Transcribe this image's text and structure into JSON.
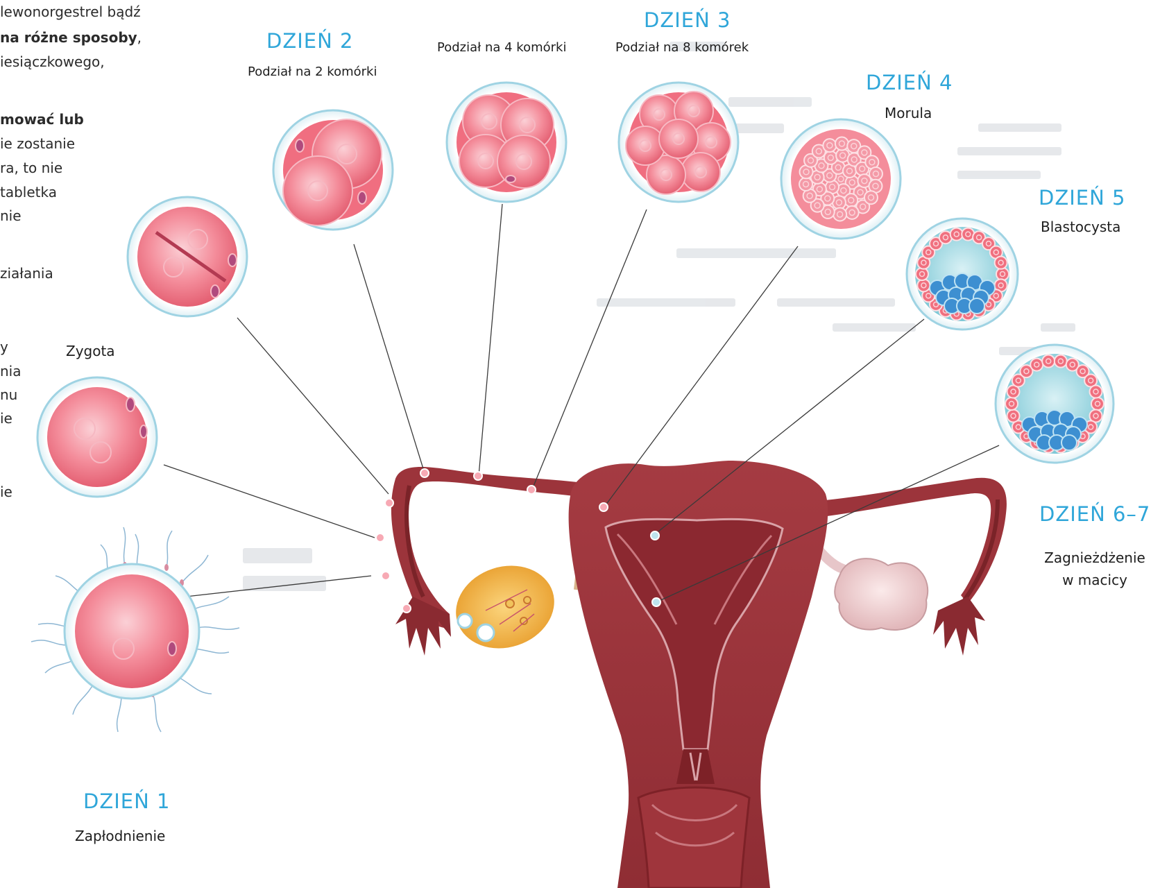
{
  "colors": {
    "accent_day": "#2fa6d9",
    "tissue": "#a8383f",
    "tissue_dark": "#7d2127",
    "cell_fill": "#f28a97",
    "cell_ring": "#9fd3e3",
    "ovary": "#f3b44a",
    "blastocyst_inner": "#3d8fd1"
  },
  "background_text": {
    "lines": [
      {
        "plain": "lewonorgestrel bądź",
        "bold": ""
      },
      {
        "plain": "",
        "bold": "na różne sposoby",
        "tail": ","
      },
      {
        "plain": "iesiączkowego,",
        "bold": ""
      },
      {
        "plain": "",
        "bold": "mować lub"
      },
      {
        "plain": "ie zostanie",
        "bold": ""
      },
      {
        "plain": "ra, to nie",
        "bold": ""
      },
      {
        "plain": "tabletka",
        "bold": ""
      },
      {
        "plain": "nie",
        "bold": ""
      },
      {
        "plain": "ziałania",
        "bold": ""
      },
      {
        "plain": "y",
        "bold": ""
      },
      {
        "plain": "nia",
        "bold": ""
      },
      {
        "plain": "nu",
        "bold": ""
      },
      {
        "plain": "ie",
        "bold": ""
      },
      {
        "plain": "ie",
        "bold": ""
      }
    ]
  },
  "stages": {
    "day1": {
      "title": "DZIEŃ 1",
      "caption": "Zapłodnienie"
    },
    "zygote": {
      "caption": "Zygota"
    },
    "day2": {
      "title": "DZIEŃ 2",
      "caption": "Podział na 2 komórki"
    },
    "four_cells": {
      "caption": "Podział na 4 komórki"
    },
    "day3": {
      "title": "DZIEŃ 3",
      "caption": "Podział na 8 komórek"
    },
    "day4": {
      "title": "DZIEŃ 4",
      "caption": "Morula"
    },
    "day5": {
      "title": "DZIEŃ 5",
      "caption": "Blastocysta"
    },
    "day67": {
      "title": "DZIEŃ 6–7",
      "caption_line1": "Zagnieżdżenie",
      "caption_line2": "w macicy"
    }
  }
}
